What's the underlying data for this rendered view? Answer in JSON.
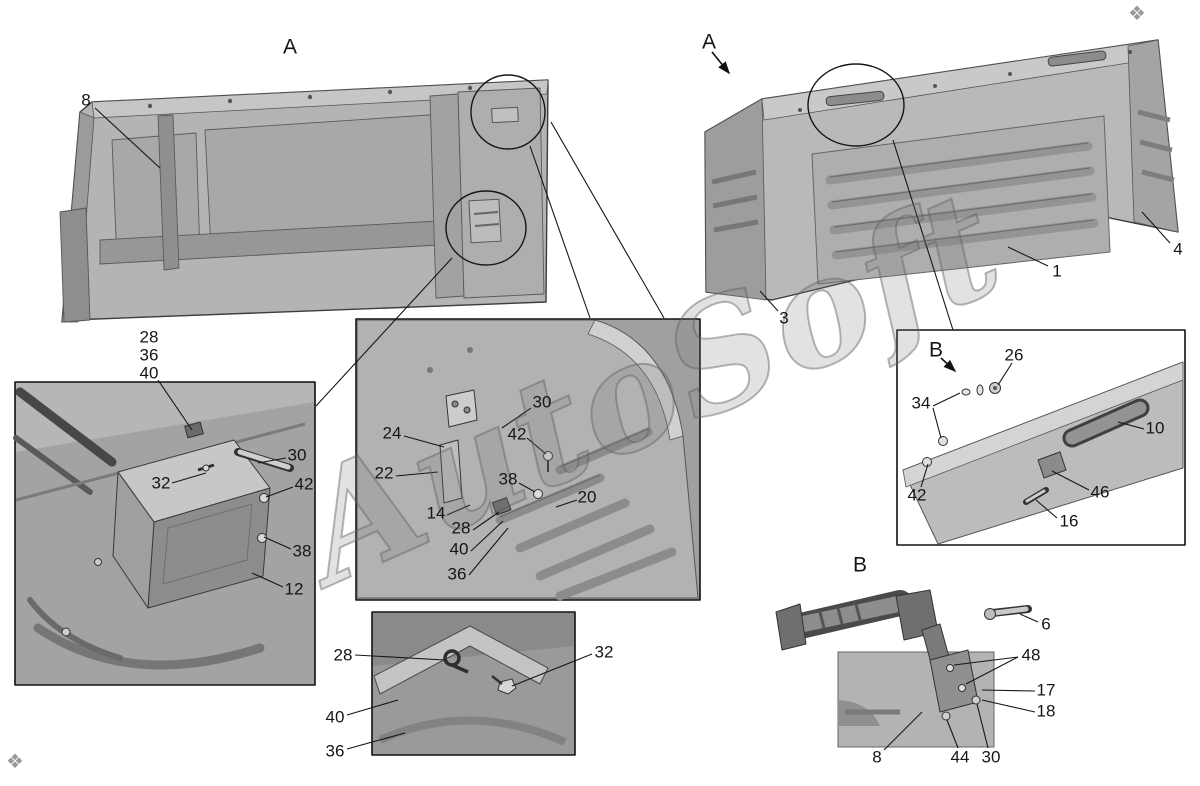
{
  "watermark": {
    "text": "AutoSoft",
    "corner_glyph": "❖"
  },
  "view_labels": {
    "a_left": "A",
    "a_right": "A",
    "b_arrow": "B",
    "b_view": "B"
  },
  "labels": {
    "tl_8": "8",
    "tr_4": "4",
    "tr_1": "1",
    "tr_3": "3",
    "stack_28": "28",
    "stack_36": "36",
    "stack_40": "40",
    "left_30": "30",
    "left_32": "32",
    "left_42": "42",
    "left_38": "38",
    "left_12": "12",
    "c_30": "30",
    "c_24": "24",
    "c_42": "42",
    "c_22": "22",
    "c_38": "38",
    "c_14": "14",
    "c_28": "28",
    "c_40": "40",
    "c_36": "36",
    "c_20": "20",
    "bc_28": "28",
    "bc_32": "32",
    "bc_40": "40",
    "bc_36": "36",
    "rb_26": "26",
    "rb_34": "34",
    "rb_10": "10",
    "rb_42": "42",
    "rb_46": "46",
    "rb_16": "16",
    "br_6": "6",
    "br_48": "48",
    "br_17": "17",
    "br_18": "18",
    "br_8": "8",
    "br_44": "44",
    "br_30": "30"
  }
}
